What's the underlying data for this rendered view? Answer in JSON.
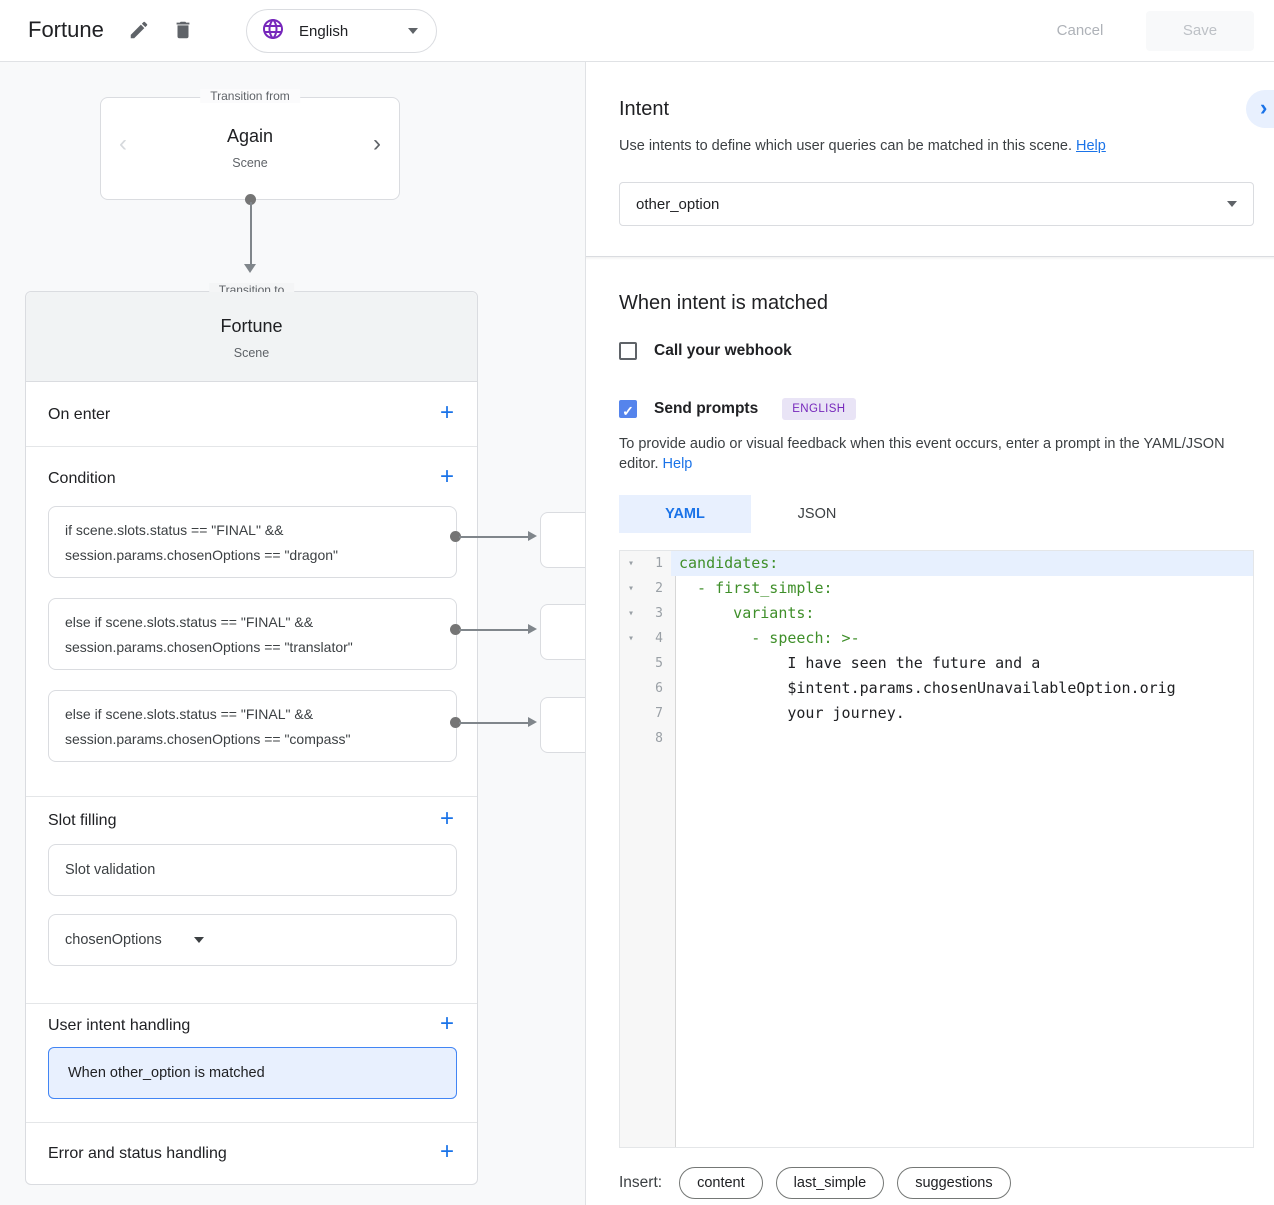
{
  "colors": {
    "accent_blue": "#1a73e8",
    "checkbox_blue": "#5584ec",
    "brand_purple": "#7627bb",
    "code_key_green": "#3f8f2a",
    "selection_bg": "#e8f0fe"
  },
  "icons": {
    "fold": "▾",
    "chevron_left": "‹",
    "chevron_right": "›",
    "panel_chevron": "›",
    "plus": "+",
    "check": "✓"
  },
  "topbar": {
    "title": "Fortune",
    "language": "English",
    "cancel": "Cancel",
    "save": "Save"
  },
  "canvas": {
    "from_card": {
      "legend": "Transition from",
      "title": "Again",
      "subtitle": "Scene"
    },
    "scene_card": {
      "legend": "Transition to",
      "title": "Fortune",
      "subtitle": "Scene",
      "sections": {
        "on_enter": "On enter",
        "condition": "Condition",
        "slot_filling": "Slot filling",
        "user_intent": "User intent handling",
        "error": "Error and status handling"
      },
      "conditions": [
        {
          "text": "if scene.slots.status == \"FINAL\" && session.params.chosenOptions == \"dragon\""
        },
        {
          "text": "else if scene.slots.status == \"FINAL\" && session.params.chosenOptions == \"translator\""
        },
        {
          "text": "else if scene.slots.status == \"FINAL\" && session.params.chosenOptions == \"compass\""
        }
      ],
      "slot_validation": "Slot validation",
      "slot_param": "chosenOptions",
      "intent_handler": "When other_option is matched"
    }
  },
  "panel": {
    "title": "Intent",
    "description": "Use intents to define which user queries can be matched in this scene.",
    "help": "Help",
    "intent_value": "other_option",
    "matched": {
      "title": "When intent is matched",
      "webhook_label": "Call your webhook",
      "prompts_label": "Send prompts",
      "language_badge": "ENGLISH",
      "hint": "To provide audio or visual feedback when this event occurs, enter a prompt in the YAML/JSON editor.",
      "help": "Help"
    },
    "tabs": {
      "yaml": "YAML",
      "json": "JSON"
    },
    "editor": {
      "lines": [
        {
          "n": "1",
          "fold": "▾",
          "text": "candidates:"
        },
        {
          "n": "2",
          "fold": "▾",
          "text": "  - first_simple:"
        },
        {
          "n": "3",
          "fold": "▾",
          "text": "      variants:"
        },
        {
          "n": "4",
          "fold": "▾",
          "text": "        - speech: >-"
        },
        {
          "n": "5",
          "fold": "",
          "text": "            I have seen the future and a"
        },
        {
          "n": "6",
          "fold": "",
          "text": "            $intent.params.chosenUnavailableOption.orig"
        },
        {
          "n": "7",
          "fold": "",
          "text": "            your journey."
        },
        {
          "n": "8",
          "fold": "",
          "text": ""
        }
      ]
    },
    "insert": {
      "label": "Insert:",
      "chips": [
        "content",
        "last_simple",
        "suggestions"
      ]
    }
  }
}
